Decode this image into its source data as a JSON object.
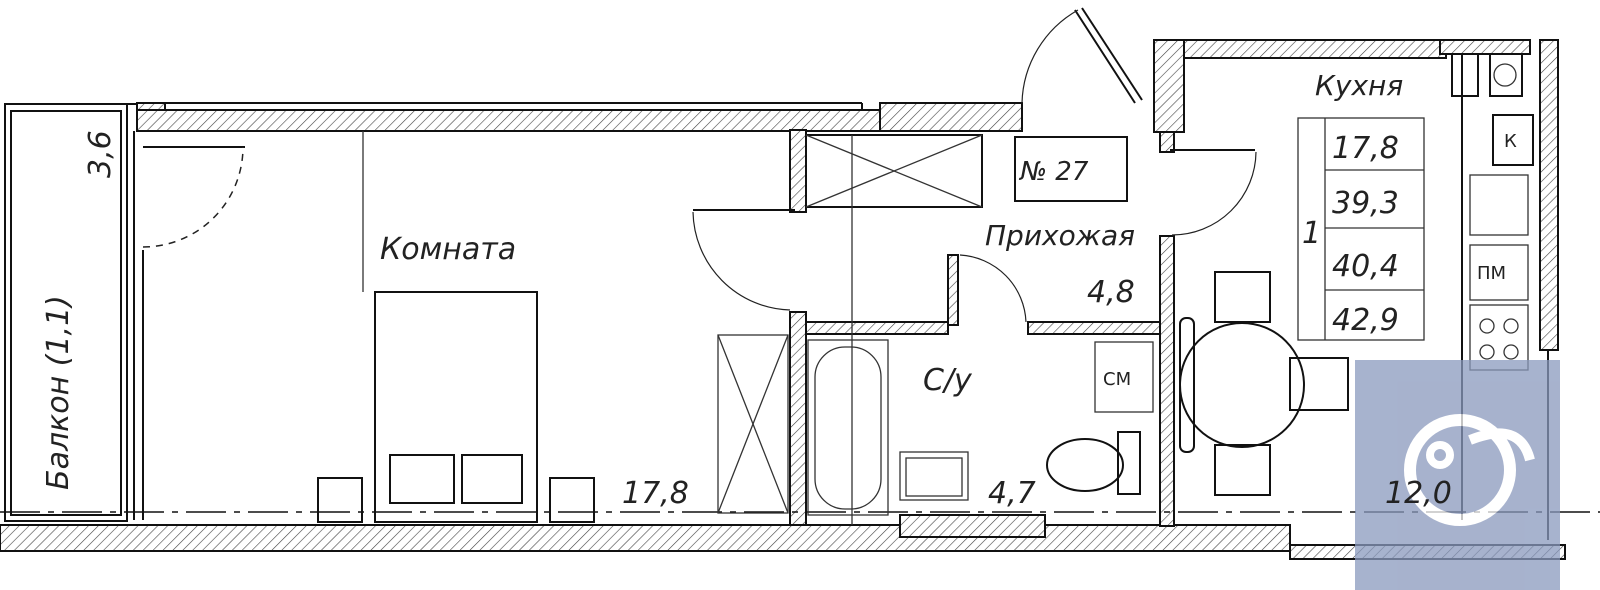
{
  "plan": {
    "apartment_number": "№ 27",
    "rooms": {
      "balcony": {
        "label": "Балкон (1,1)",
        "area": "3,6"
      },
      "living_room": {
        "label": "Комната",
        "area": "17,8"
      },
      "hallway": {
        "label": "Прихожая",
        "area": "4,8"
      },
      "bathroom": {
        "label": "С/у",
        "area": "4,7"
      },
      "kitchen": {
        "label": "Кухня",
        "area": "12,0"
      }
    },
    "area_table": {
      "count": "1",
      "values": [
        "17,8",
        "39,3",
        "40,4",
        "42,9"
      ]
    },
    "appliance_labels": {
      "washing_machine": "СМ",
      "dishwasher": "ПМ",
      "boiler": "К"
    }
  }
}
